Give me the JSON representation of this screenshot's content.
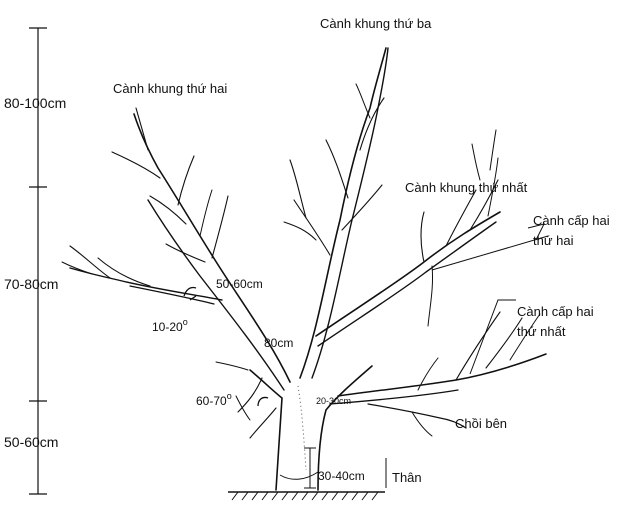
{
  "vertical_scale": {
    "top": "80-100cm",
    "middle": "70-80cm",
    "bottom": "50-60cm"
  },
  "branches": {
    "third_frame": "Cành khung thứ ba",
    "second_frame": "Cành khung thứ hai",
    "first_frame": "Cành khung thứ nhất",
    "second_level_2_line1": "Cành cấp hai",
    "second_level_2_line2": "thứ hai",
    "second_level_1_line1": "Cành cấp hai",
    "second_level_1_line2": "thứ nhất",
    "side_shoot": "Chồi bên",
    "trunk": "Thân"
  },
  "measurements": {
    "spacing_upper": "50-60cm",
    "angle_upper": "10-20",
    "angle_upper_unit": "o",
    "spacing_80": "80cm",
    "angle_lower": "60-70",
    "angle_lower_unit": "o",
    "spacing_lower": "20-30cm",
    "trunk_height": "30-40cm"
  }
}
